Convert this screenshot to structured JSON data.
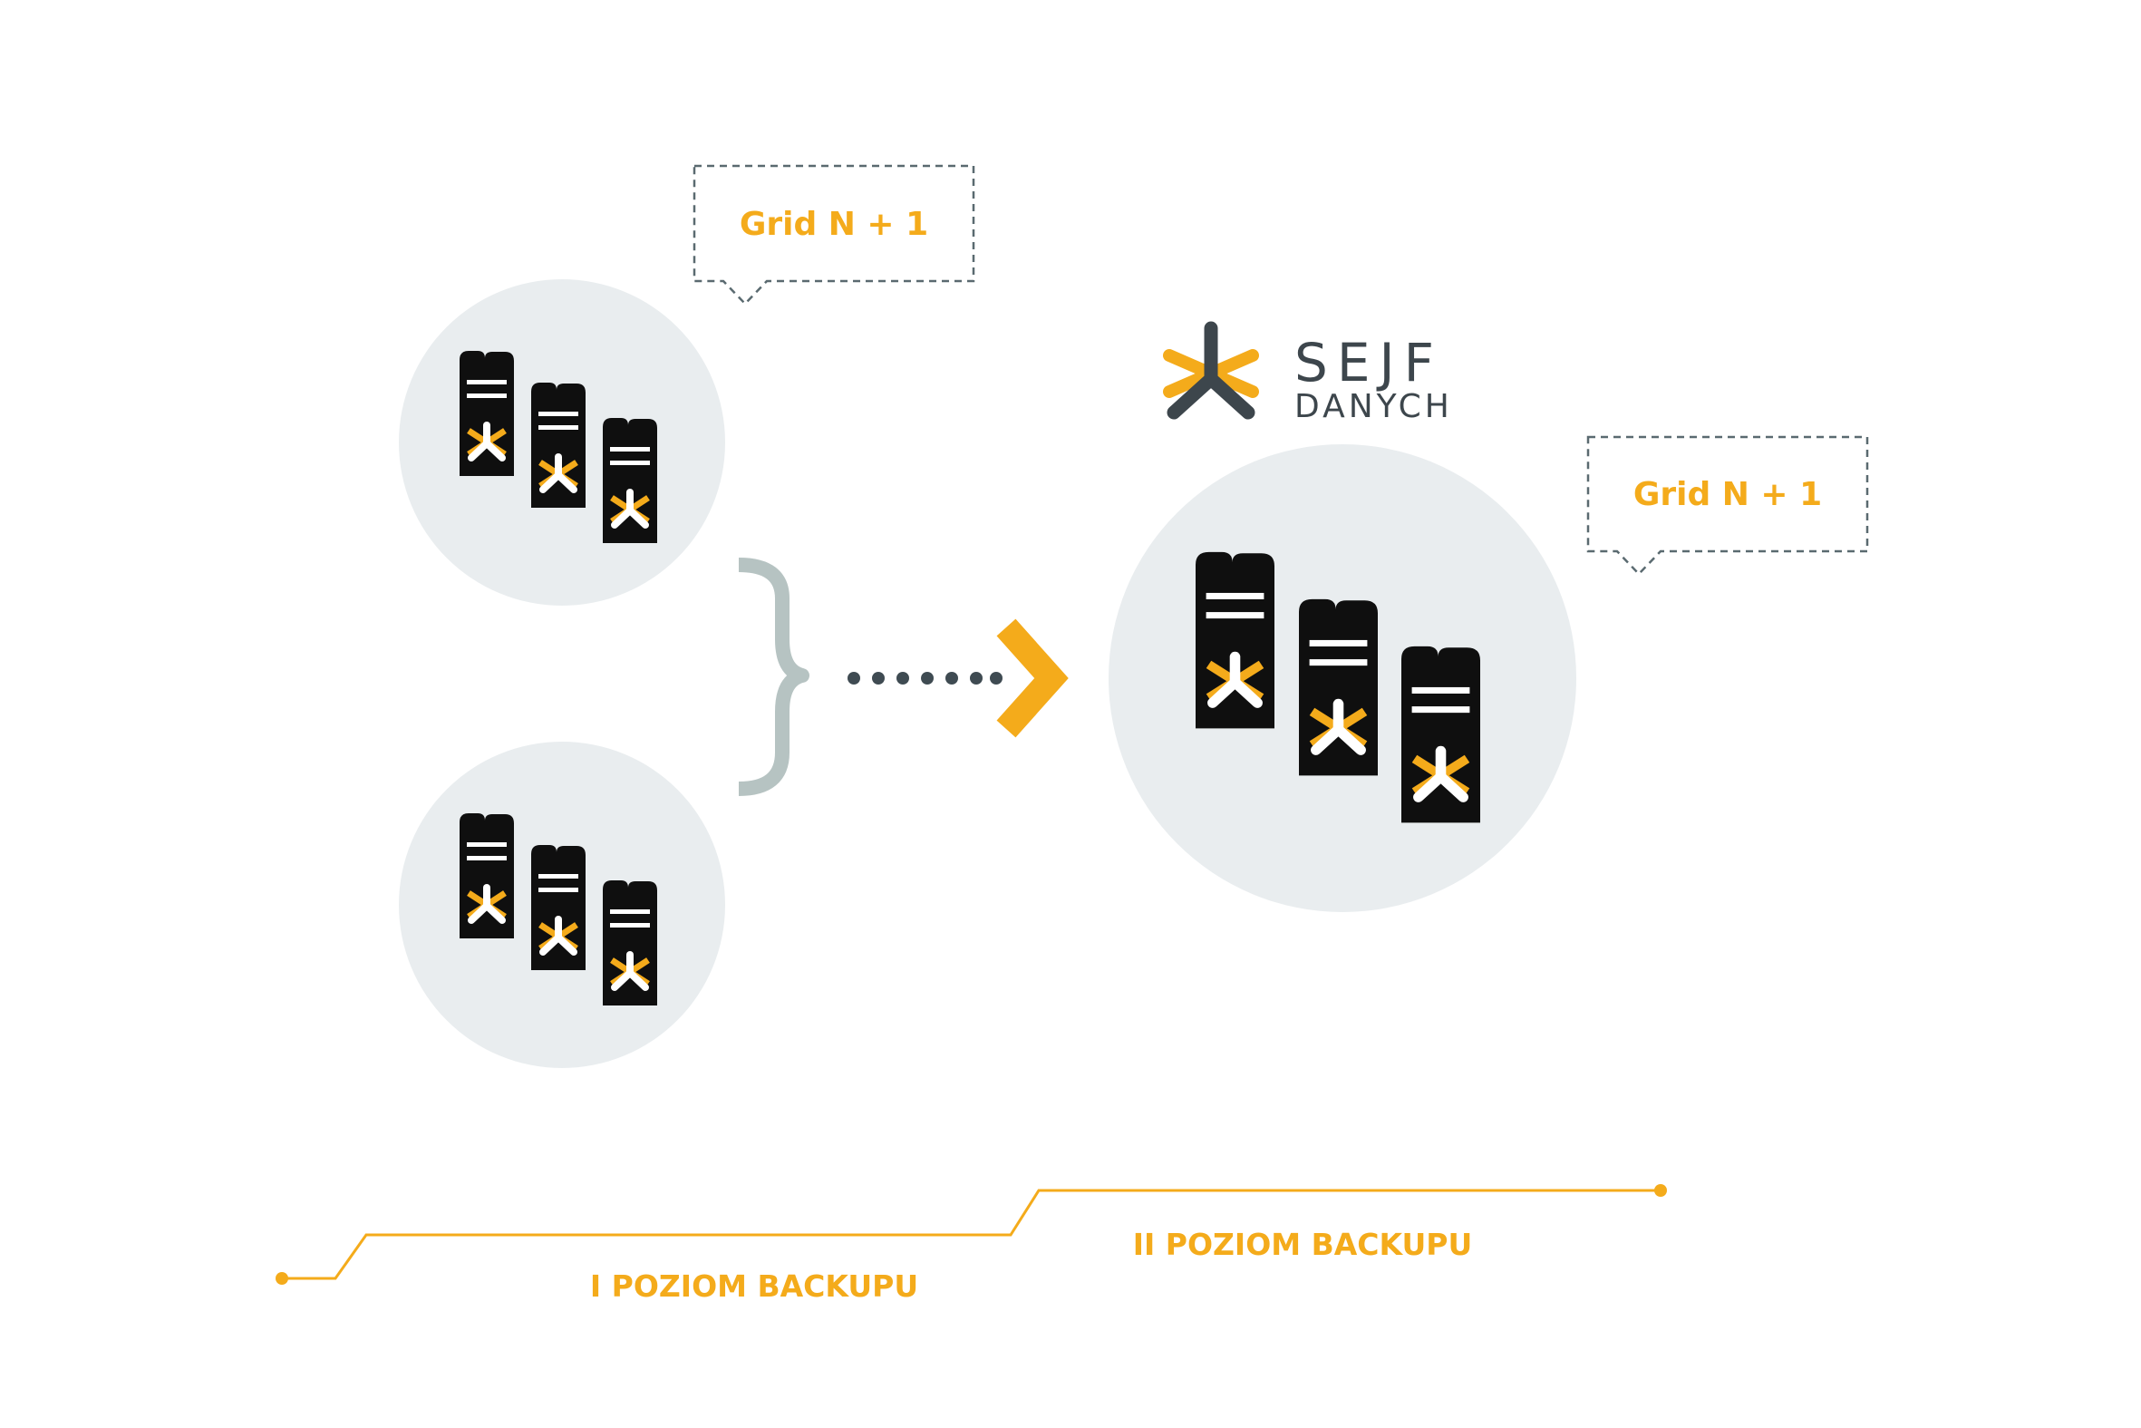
{
  "callouts": [
    {
      "text": "Grid  N + 1"
    },
    {
      "text": "Grid  N + 1"
    }
  ],
  "logo": {
    "line1": "SEJF",
    "line2": "DANYCH"
  },
  "levels": [
    {
      "text": "I POZIOM BACKUPU"
    },
    {
      "text": "II POZIOM BACKUPU"
    }
  ],
  "colors": {
    "accent": "#f4ab1b",
    "circle": "#e9edef",
    "server": "#0f0f0f",
    "brace": "#b6c3c2",
    "dots": "#3f4b52",
    "callout_border": "#5a6a70",
    "logo": "#3d464c"
  },
  "icons": [
    "server-icon",
    "sejf-logo-icon",
    "chevron-right-icon"
  ]
}
